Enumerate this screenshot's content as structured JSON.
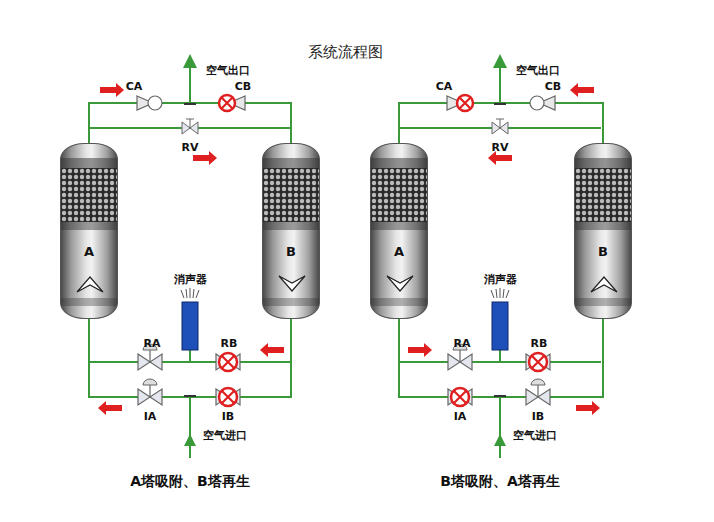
{
  "diagram": {
    "title": "系统流程图",
    "nodes": [
      {
        "text": [
          "A"
        ]
      },
      {
        "text": [
          "B"
        ]
      },
      {
        "text": [
          "A"
        ]
      },
      {
        "text": [
          "B"
        ]
      }
    ],
    "edges": [
      {
        "from": 0,
        "to": 1,
        "arrow": "none"
      },
      {
        "from": 0,
        "to": 1,
        "arrow": "none"
      },
      {
        "from": 2,
        "to": 3,
        "arrow": "none"
      },
      {
        "from": 2,
        "to": 3,
        "arrow": "none"
      }
    ],
    "labels": [
      "空气出口",
      "CA",
      "CB",
      "RV",
      "消声器",
      "RA",
      "RB",
      "IA",
      "IB",
      "空气进口",
      "A塔吸附、B塔再生",
      "空气出口",
      "CA",
      "CB",
      "RV",
      "消声器",
      "RA",
      "RB",
      "IA",
      "IB",
      "空气进口",
      "B塔吸附、A塔再生"
    ]
  }
}
